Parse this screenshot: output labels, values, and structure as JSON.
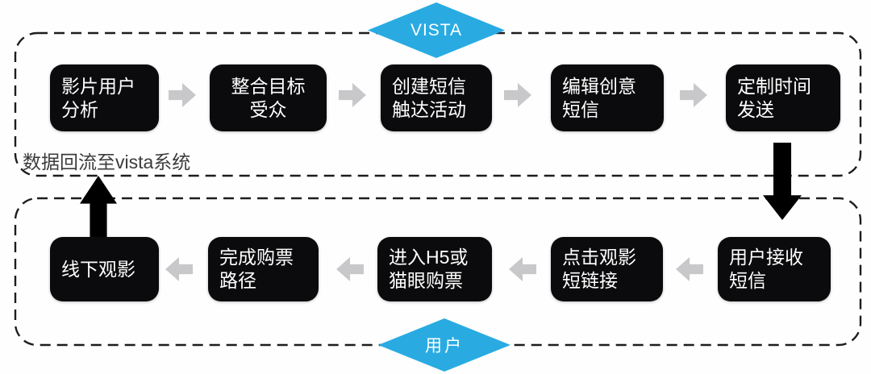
{
  "colors": {
    "diamond_blue": "#29abe2",
    "box_black": "#0b0b0d",
    "connector_gray": "#c8c8ca",
    "frame_dash": "#1d1d1d",
    "note_text": "#3c3c3c"
  },
  "vista_section": {
    "diamond_label": "VISTA",
    "note": "数据回流至vista系统",
    "steps": [
      {
        "line1": "影片用户",
        "line2": "分析"
      },
      {
        "line1": "整合目标",
        "line2": "受众"
      },
      {
        "line1": "创建短信",
        "line2": "触达活动"
      },
      {
        "line1": "编辑创意",
        "line2": "短信"
      },
      {
        "line1": "定制时间",
        "line2": "发送"
      }
    ]
  },
  "user_section": {
    "diamond_label": "用户",
    "steps": [
      {
        "line1": "线下观影",
        "line2": ""
      },
      {
        "line1": "完成购票",
        "line2": "路径"
      },
      {
        "line1": "进入H5或",
        "line2": "猫眼购票"
      },
      {
        "line1": "点击观影",
        "line2": "短链接"
      },
      {
        "line1": "用户接收",
        "line2": "短信"
      }
    ]
  }
}
